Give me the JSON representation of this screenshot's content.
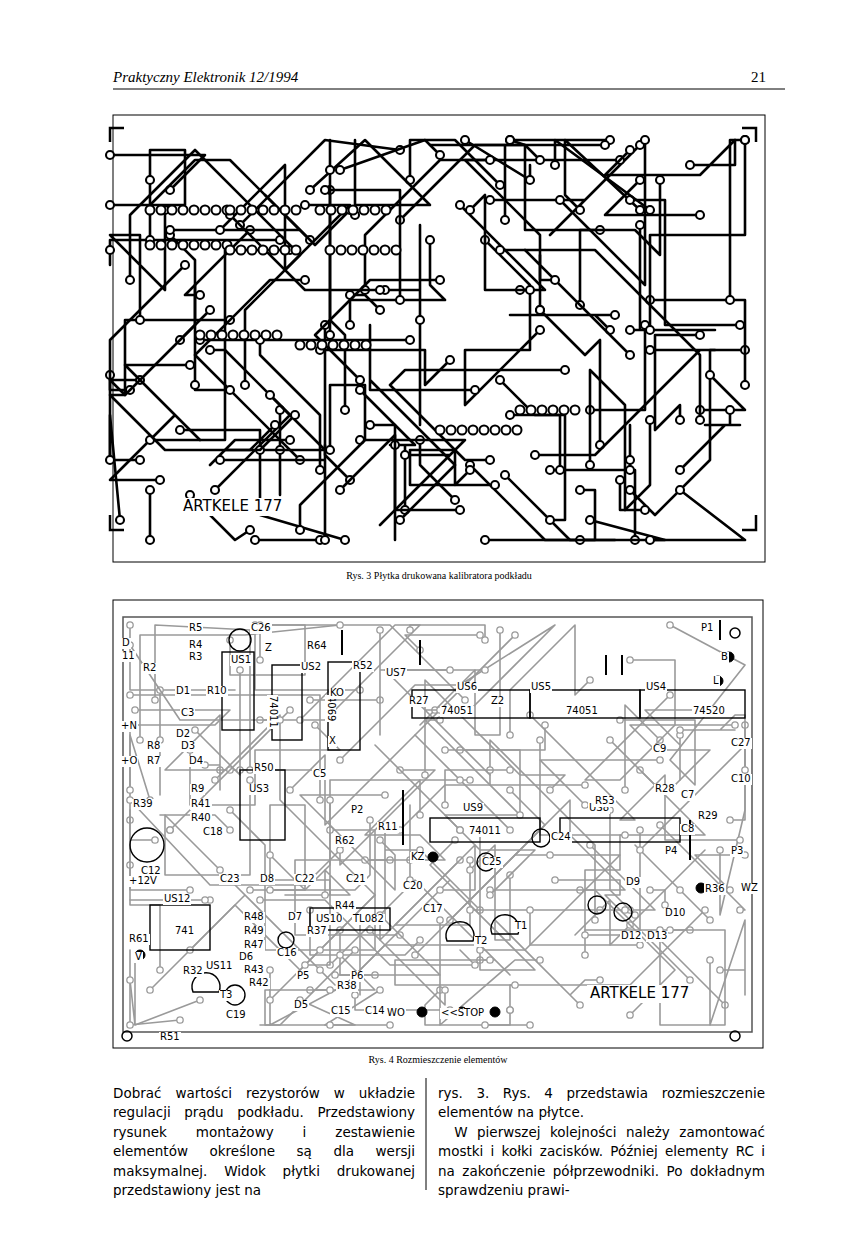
{
  "diagram": {
    "labels": [
      "Praktyczny Elektronik 12/1994",
      "21",
      "ARTKELE 177",
      "Rys. 3 Płytka drukowana kalibratora podkładu",
      "R5",
      "C26",
      "D",
      "R4",
      "R3",
      "11",
      "US1",
      "Z",
      "R64",
      "US2",
      "R52",
      "US7",
      "R2",
      "R10",
      "74011",
      "4069",
      "KO",
      "X",
      "R27",
      "US6",
      "US5",
      "US4",
      "Z2",
      "74051",
      "74051",
      "74520",
      "P1",
      "B",
      "L",
      "+N",
      "+O",
      "D1",
      "C3",
      "D2",
      "D3",
      "D4",
      "R8",
      "R7",
      "R9",
      "R50",
      "C5",
      "R41",
      "R39",
      "R40",
      "C18",
      "US3",
      "P2",
      "R62",
      "R11",
      "C9",
      "C27",
      "C10",
      "US9",
      "US8",
      "R53",
      "R28",
      "R29",
      "C7",
      "C8",
      "P4",
      "P3",
      "74011",
      "KZ",
      "C25",
      "C24",
      "R36",
      "WZ",
      "D9",
      "D10",
      "D12",
      "D13",
      "C12",
      "+12V",
      "C23",
      "D8",
      "C22",
      "C21",
      "C20",
      "R44",
      "C17",
      "US12",
      "R48",
      "D7",
      "US10",
      "TL082",
      "R49",
      "R37",
      "C16",
      "R47",
      "T2",
      "T1",
      "741",
      "US11",
      "R61",
      "V",
      "R43",
      "D6",
      "R42",
      "R32",
      "T3",
      "P5",
      "P6",
      "R38",
      "WO",
      "C19",
      "D5",
      "C15",
      "C14",
      "<<STOP",
      "ARTKELE 177",
      "R51",
      "Rys. 4 Rozmieszczenie elementów",
      "Dobrać wartości rezystorów w układzie regulacji prądu podkładu. Przedstawiony rysunek montażowy i zestawienie elementów określone są dla wersji maksymalnej. Widok płytki drukowanej przedstawiony jest na",
      "rys. 3. Rys. 4 przedstawia rozmieszczenie elementów na płytce.",
      "W pierwszej kolejności należy zamontować mostki i kołki zacisków. Później elementy RC i na zakończenie półprzewodniki. Po dokładnym sprawdzeniu prawi-"
    ]
  }
}
